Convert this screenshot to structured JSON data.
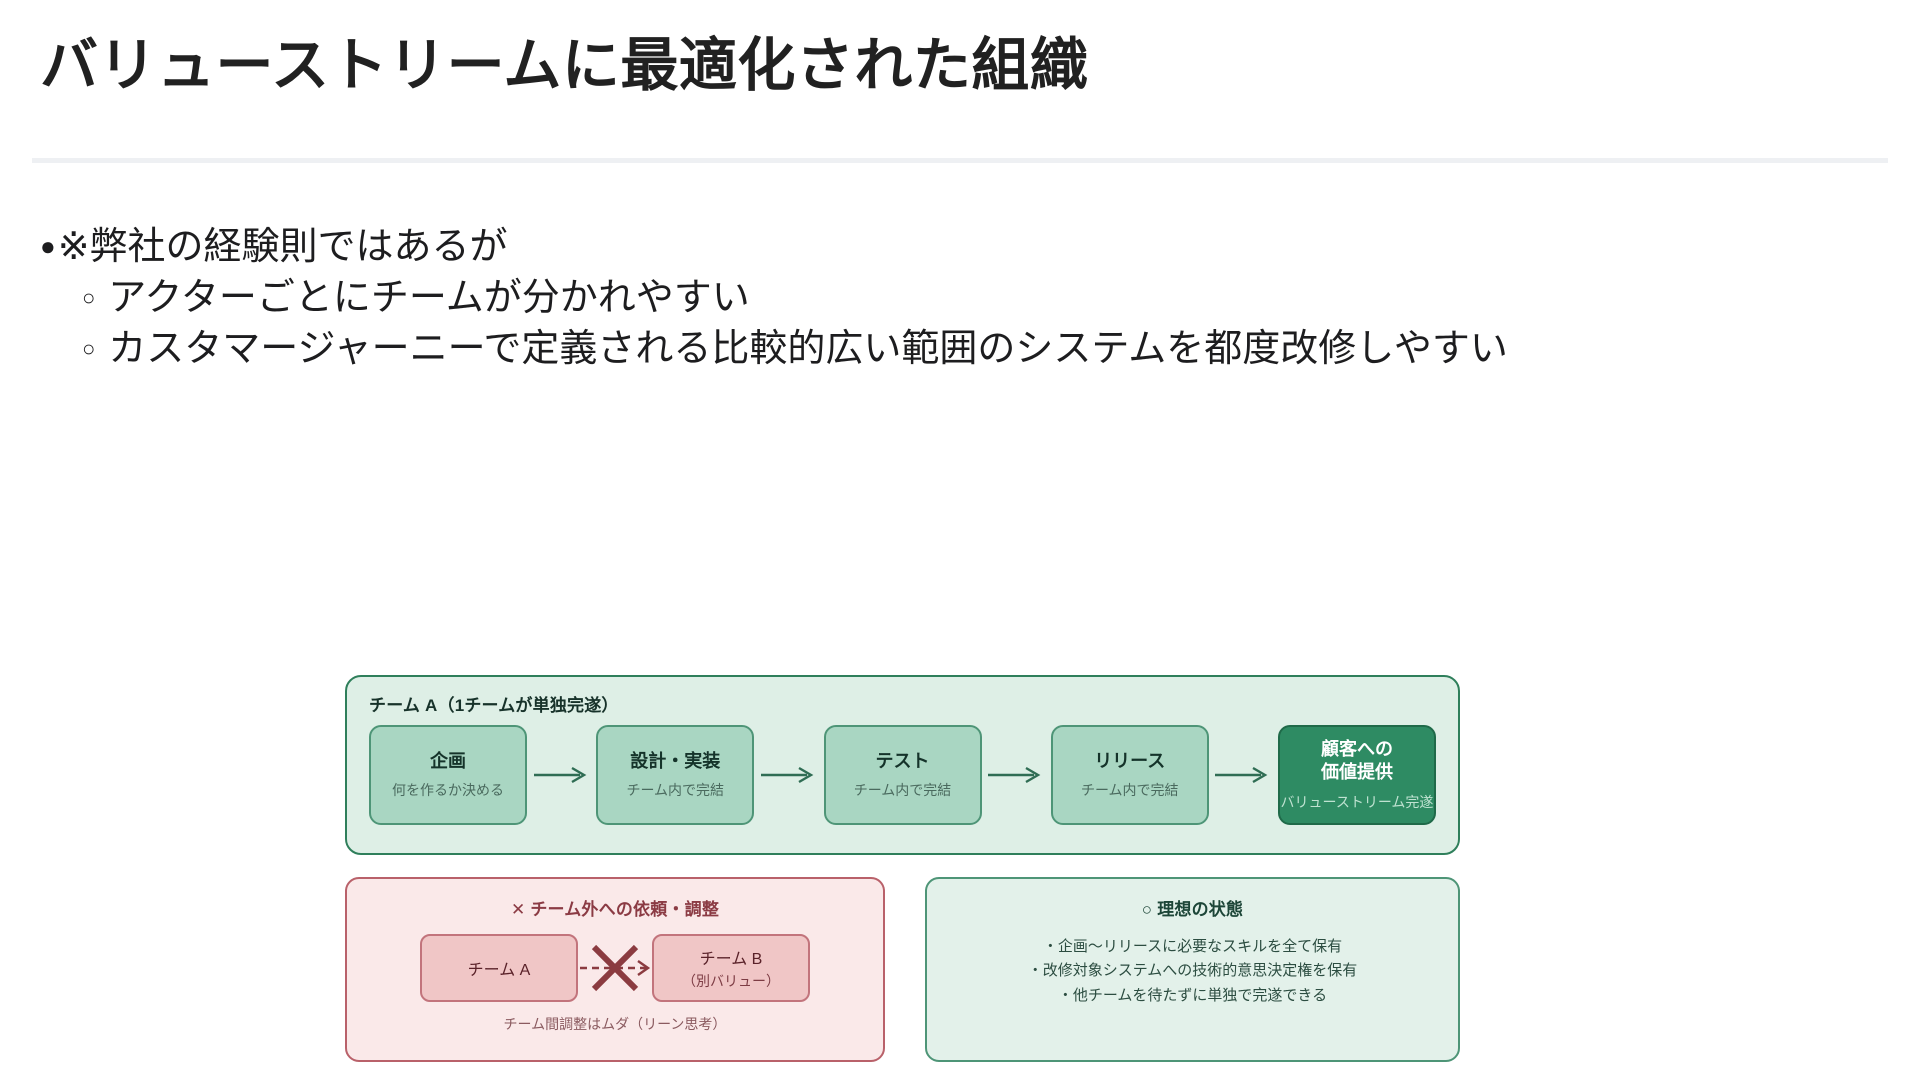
{
  "header": {
    "title": "バリューストリームに最適化された組織",
    "divider_color": "#eef0f3"
  },
  "bullets": {
    "level1_marker": "●",
    "level2_marker": "○",
    "items": [
      {
        "level": 1,
        "text": "※弊社の経験則ではあるが"
      },
      {
        "level": 2,
        "text": "アクターごとにチームが分かれやすい"
      },
      {
        "level": 2,
        "text": "カスタマージャーニーで定義される比較的広い範囲のシステムを都度改修しやすい"
      }
    ]
  },
  "diagram": {
    "team_container": {
      "label": "チーム A（1チームが単独完遂）",
      "fill": "#deefe6",
      "border": "#2f7f5b",
      "steps": [
        {
          "title": "企画",
          "sub": "何を作るか決める",
          "highlight": false
        },
        {
          "title": "設計・実装",
          "sub": "チーム内で完結",
          "highlight": false
        },
        {
          "title": "テスト",
          "sub": "チーム内で完結",
          "highlight": false
        },
        {
          "title": "リリース",
          "sub": "チーム内で完結",
          "highlight": false
        },
        {
          "title_line1": "顧客への",
          "title_line2": "価値提供",
          "sub": "バリューストリーム完遂",
          "highlight": true
        }
      ],
      "step_fill": "#a9d6c2",
      "step_border": "#4e9577",
      "final_fill": "#2e8b63",
      "arrow_color": "#2f6d54"
    },
    "bad_panel": {
      "heading": "✕ チーム外への依頼・調整",
      "team_left": {
        "title": "チーム A"
      },
      "team_right": {
        "title": "チーム B",
        "sub": "（別バリュー）"
      },
      "footer": "チーム間調整はムダ（リーン思考）",
      "fill": "#fae9e9",
      "border": "#b9616a",
      "chip_fill": "#f0c6c6",
      "cross_color": "#8b3b40"
    },
    "good_panel": {
      "heading": "○ 理想の状態",
      "lines": [
        "・企画〜リリースに必要なスキルを全て保有",
        "・改修対象システムへの技術的意思決定権を保有",
        "・他チームを待たずに単独で完遂できる"
      ],
      "fill": "#e3f1ea",
      "border": "#4e9577"
    }
  }
}
